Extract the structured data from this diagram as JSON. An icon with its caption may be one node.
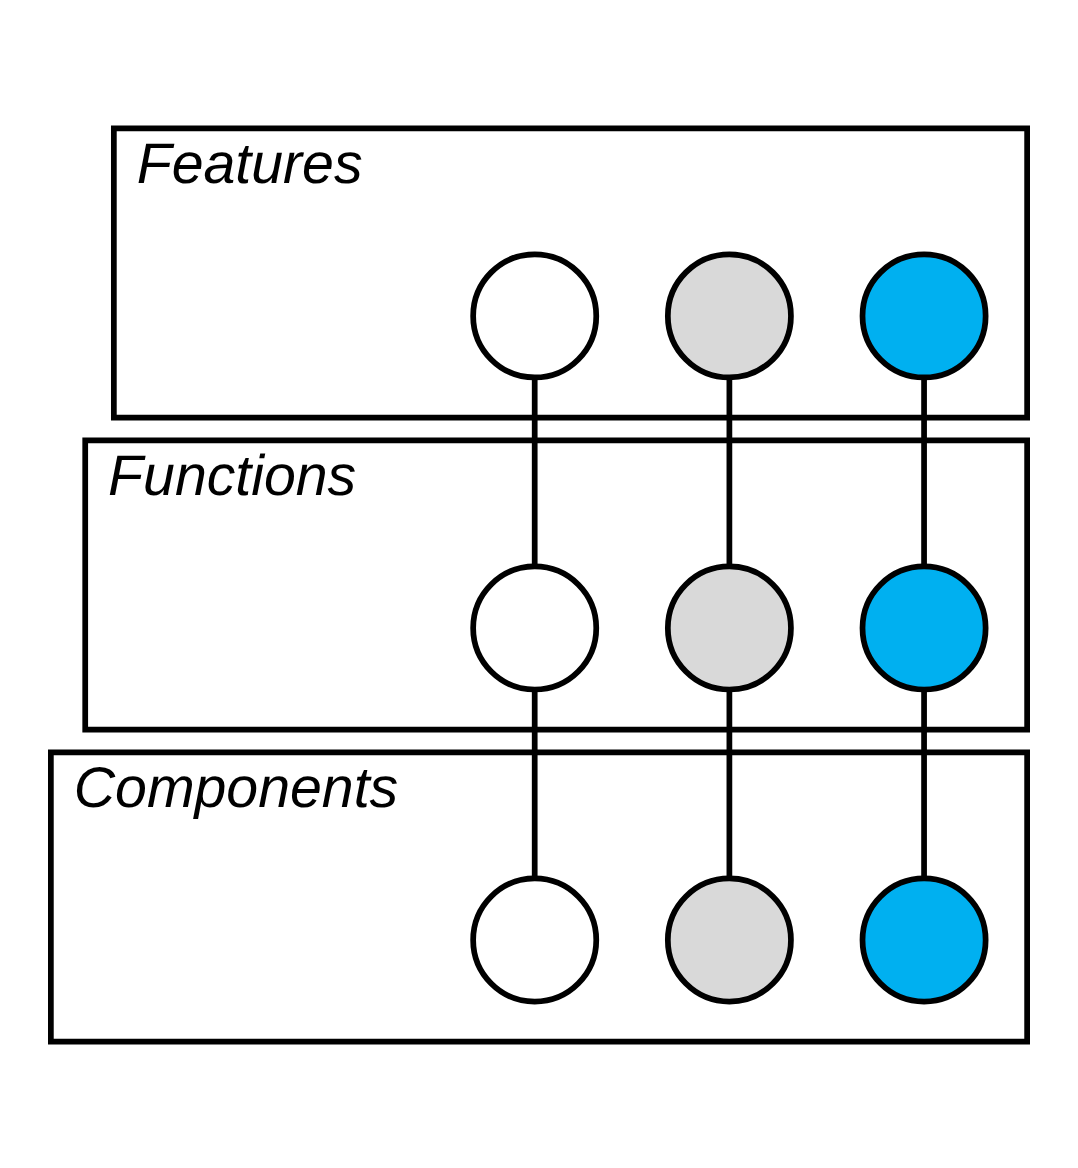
{
  "diagram": {
    "nodes": [
      {
        "text": [
          "Features"
        ]
      },
      {
        "text": [],
        "shape": "circle",
        "in": 0
      },
      {
        "text": [],
        "shape": "circle",
        "in": 0
      },
      {
        "text": [],
        "shape": "circle",
        "in": 0
      },
      {
        "text": [
          "Functions"
        ]
      },
      {
        "text": [],
        "shape": "circle",
        "in": 4
      },
      {
        "text": [],
        "shape": "circle",
        "in": 4
      },
      {
        "text": [],
        "shape": "circle",
        "in": 4
      },
      {
        "text": [
          "Components"
        ]
      },
      {
        "text": [],
        "shape": "circle",
        "in": 8
      },
      {
        "text": [],
        "shape": "circle",
        "in": 8
      },
      {
        "text": [],
        "shape": "circle",
        "in": 8
      }
    ],
    "edges": [
      {
        "from": 1,
        "to": 5,
        "arrow": "none"
      },
      {
        "from": 2,
        "to": 6,
        "arrow": "none"
      },
      {
        "from": 3,
        "to": 7,
        "arrow": "none"
      },
      {
        "from": 5,
        "to": 9,
        "arrow": "none"
      },
      {
        "from": 6,
        "to": 10,
        "arrow": "none"
      },
      {
        "from": 7,
        "to": 11,
        "arrow": "none"
      }
    ]
  }
}
